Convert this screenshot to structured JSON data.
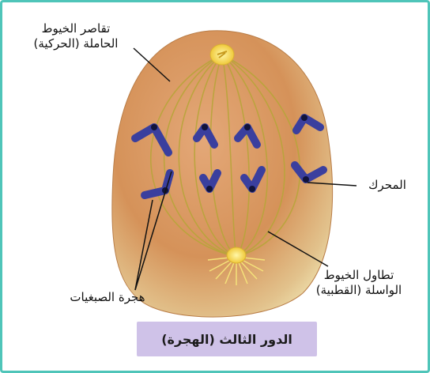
{
  "labels": {
    "shortening_fibers_line1": "تقاصر الخيوط",
    "shortening_fibers_line2": "الحاملة (الحركية)",
    "centromere": "المحرك",
    "lengthening_fibers_line1": "تطاول الخيوط",
    "lengthening_fibers_line2": "الواسلة (القطبية)",
    "chromatid_migration": "هجرة الصبغيات"
  },
  "caption": "الدور الثالث (الهجرة)",
  "colors": {
    "frame": "#4fc5b9",
    "cell": "#d9955f",
    "spindle": "#b8a53a",
    "chromosome": "#3a3f9e",
    "caption_bg": "#cfc2e8"
  }
}
